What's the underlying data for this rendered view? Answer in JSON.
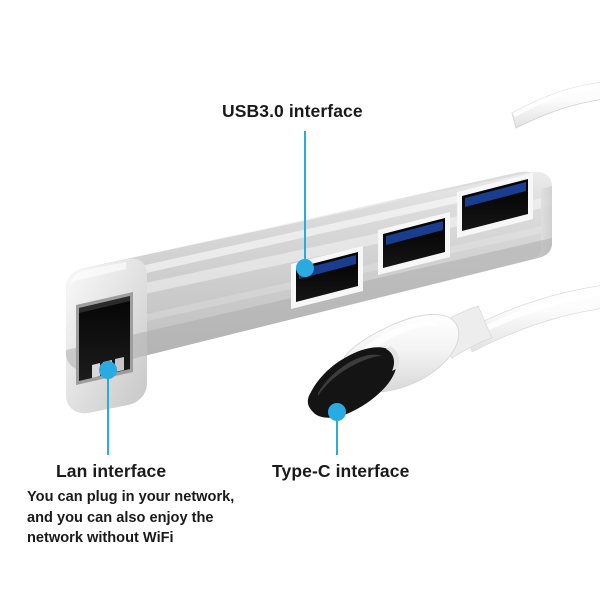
{
  "image": {
    "subject": "USB-C multiport hub with 3 USB 3.0 ports and RJ45 LAN port",
    "background_color": "#ffffff",
    "accent_color": "#29abe2",
    "text_color": "#1a1a1a"
  },
  "callouts": [
    {
      "id": "usb",
      "label": "USB3.0 interface",
      "marker_color": "#29abe2"
    },
    {
      "id": "lan",
      "label": "Lan interface",
      "marker_color": "#29abe2"
    },
    {
      "id": "typec",
      "label": "Type-C interface",
      "marker_color": "#29abe2"
    }
  ],
  "lan_description": {
    "line1": "You can plug in your network,",
    "line2": "and you can also enjoy the",
    "line3": "network without WiFi"
  },
  "device": {
    "body_color_light": "#f2f2f2",
    "body_color_mid": "#d5d5d5",
    "body_color_dark": "#b9b9b9",
    "port_inner_color": "#0d0d0d",
    "usb3_tongue_color": "#1b3d8f",
    "cable_color": "#fafafa",
    "connector_tip_color": "#111111",
    "usb_port_count": 3,
    "lan_port_count": 1
  }
}
